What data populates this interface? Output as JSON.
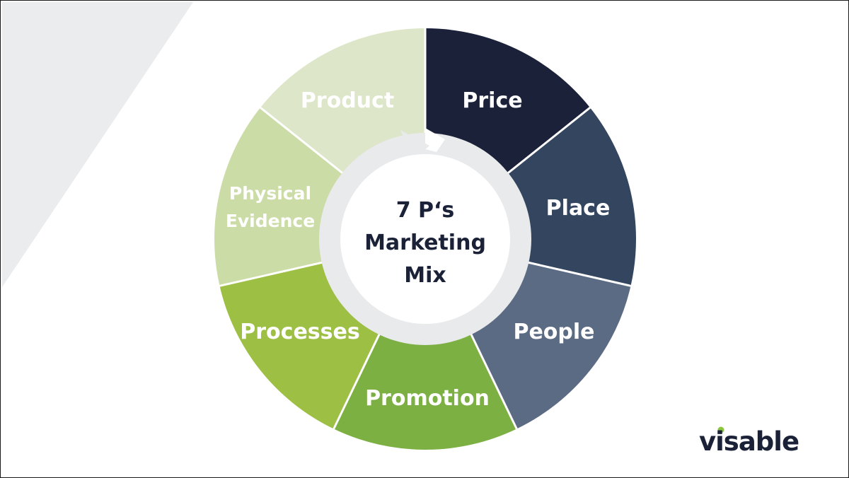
{
  "diagram": {
    "title_lines": [
      "7 P‘s",
      "Marketing",
      "Mix"
    ],
    "segments": [
      {
        "label": "Price",
        "color": "#1b2139"
      },
      {
        "label": "Place",
        "color": "#34465f"
      },
      {
        "label": "People",
        "color": "#5c6b84"
      },
      {
        "label": "Promotion",
        "color": "#7db043"
      },
      {
        "label": "Processes",
        "color": "#9dbf44"
      },
      {
        "label_lines": [
          "Physical",
          "Evidence"
        ],
        "color": "#cbdca6"
      },
      {
        "label": "Product",
        "color": "#dde6c8"
      }
    ],
    "ring_color": "#e9eaec",
    "background_shape_color": "#ebecee"
  },
  "brand": {
    "logo_text": "visable",
    "logo_dot_color": "#8cc63f",
    "logo_text_color": "#1b2238"
  }
}
